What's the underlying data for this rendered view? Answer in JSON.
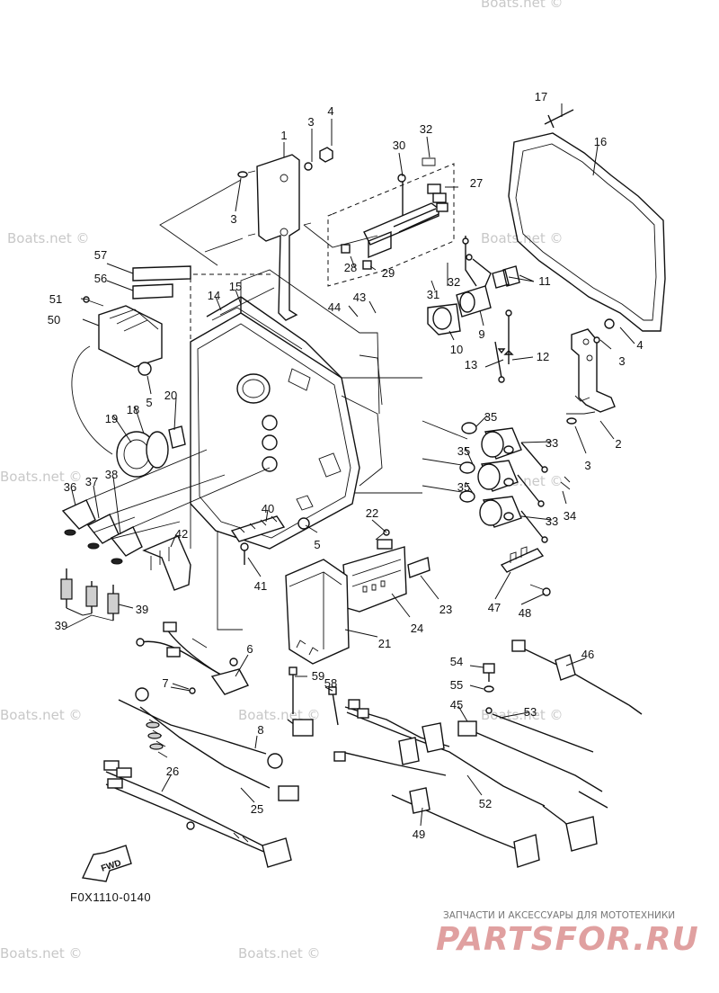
{
  "diagram": {
    "figure_code": "F0X1110-0140",
    "fwd_label": "FWD",
    "watermark": "Boats.net ©",
    "brand": {
      "tagline": "ЗАПЧАСТИ И АКСЕССУАРЫ ДЛЯ МОТОТЕХНИКИ",
      "name": "PARTSFOR.RU",
      "color": "#e0a0a0"
    },
    "callouts": [
      "1",
      "2",
      "3",
      "4",
      "5",
      "6",
      "7",
      "8",
      "9",
      "10",
      "11",
      "12",
      "13",
      "14",
      "15",
      "16",
      "17",
      "18",
      "19",
      "20",
      "21",
      "22",
      "23",
      "24",
      "25",
      "26",
      "27",
      "28",
      "29",
      "30",
      "31",
      "32",
      "33",
      "34",
      "35",
      "36",
      "37",
      "38",
      "39",
      "40",
      "41",
      "42",
      "43",
      "44",
      "45",
      "46",
      "47",
      "48",
      "49",
      "50",
      "51",
      "52",
      "53",
      "54",
      "55",
      "56",
      "57",
      "58",
      "59"
    ]
  }
}
